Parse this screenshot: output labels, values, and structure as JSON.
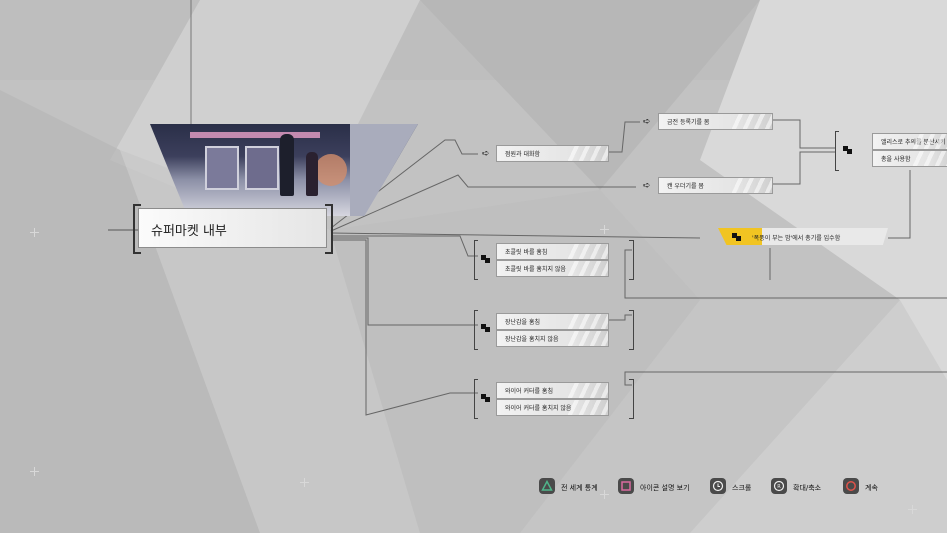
{
  "chapter": {
    "title": "슈퍼마켓 내부"
  },
  "flowchart": {
    "top_branch": {
      "node": "점원과 대화함",
      "children": [
        {
          "label": "금전 등록기를 봄"
        },
        {
          "label": "캔 우더기를 봄"
        }
      ],
      "result_group": [
        {
          "label": "앨리스로 추의를 분산시키"
        },
        {
          "label": "총을 사용함"
        }
      ],
      "locked_event": "'폭풍이 부는 밤'에서 총기를 입수함"
    },
    "groups": [
      {
        "items": [
          {
            "label": "초콜릿 바를 훔침"
          },
          {
            "label": "초콜릿 바를 훔치지 않음"
          }
        ]
      },
      {
        "items": [
          {
            "label": "장난감을 훔침"
          },
          {
            "label": "장난감을 훔치지 않음"
          }
        ]
      },
      {
        "items": [
          {
            "label": "와이어 커터를 훔침"
          },
          {
            "label": "와이어 커터를 훔치지 않음"
          }
        ]
      }
    ]
  },
  "controls": [
    {
      "label": "전 세계 통계",
      "icon": "triangle-button-icon"
    },
    {
      "label": "아이콘 설명 보기",
      "icon": "square-button-icon"
    },
    {
      "label": "스크롤",
      "icon": "left-stick-icon"
    },
    {
      "label": "확대/축소",
      "icon": "right-stick-icon"
    },
    {
      "label": "계속",
      "icon": "circle-button-icon"
    }
  ],
  "colors": {
    "background": "#c4c4c4",
    "unlock_accent": "#f1c422",
    "triangle": "#4fb58a",
    "square": "#d96aa0",
    "circle": "#e0534a"
  }
}
